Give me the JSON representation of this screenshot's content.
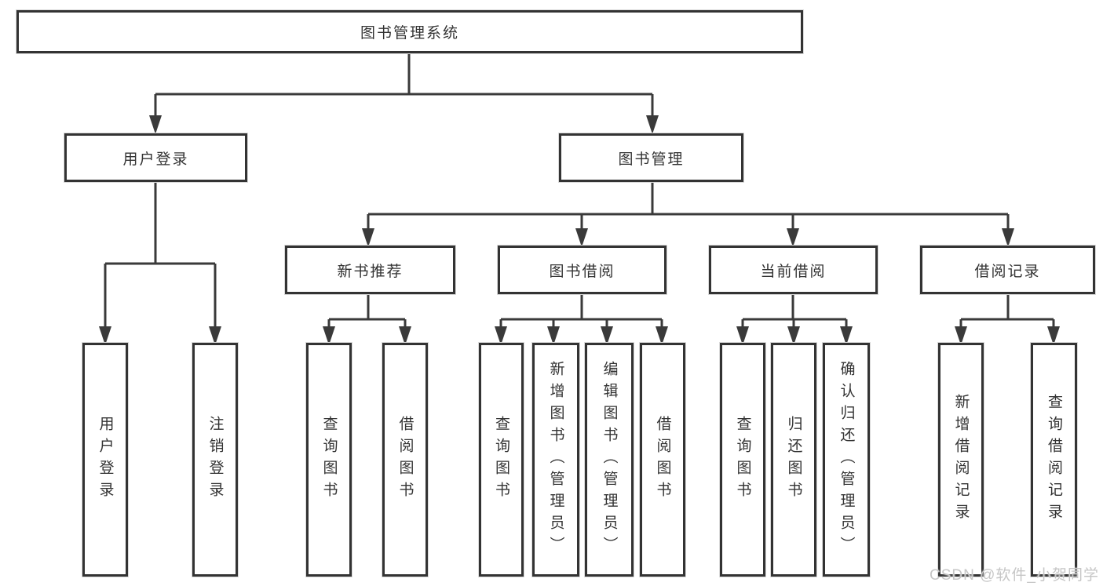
{
  "diagram": {
    "root": {
      "label": "图书管理系统"
    },
    "branches": [
      {
        "label": "用户登录",
        "children": [
          "用户登录",
          "注销登录"
        ]
      },
      {
        "label": "图书管理",
        "groups": [
          {
            "label": "新书推荐",
            "children": [
              "查询图书",
              "借阅图书"
            ]
          },
          {
            "label": "图书借阅",
            "children": [
              "查询图书",
              "新增图书（管理员）",
              "编辑图书（管理员）",
              "借阅图书"
            ]
          },
          {
            "label": "当前借阅",
            "children": [
              "查询图书",
              "归还图书",
              "确认归还（管理员）"
            ]
          },
          {
            "label": "借阅记录",
            "children": [
              "新增借阅记录",
              "查询借阅记录"
            ]
          }
        ]
      }
    ],
    "watermark": "CSDN @软件_小贺同学",
    "colors": {
      "line": "#3a3a3a",
      "box_border": "#333333",
      "text": "#333333",
      "background": "#ffffff",
      "watermark": "#c6c6c6"
    }
  }
}
